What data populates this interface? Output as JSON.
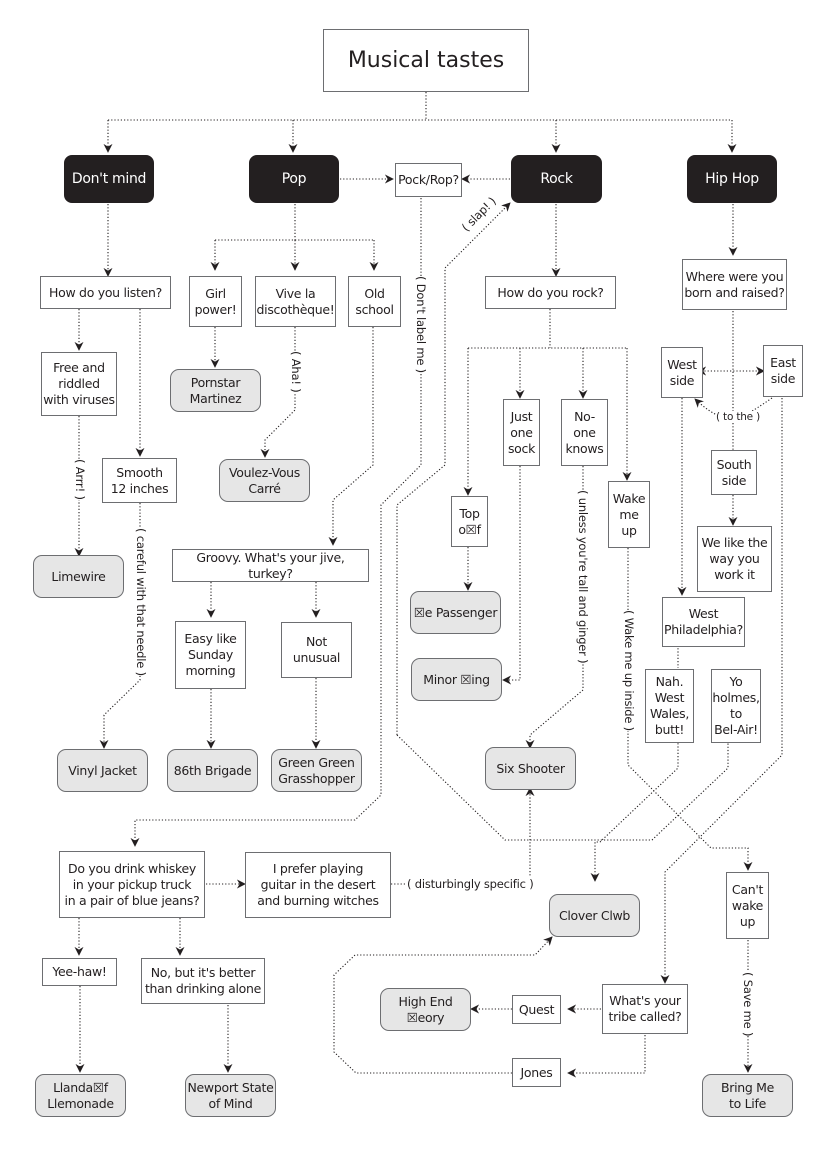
{
  "title": "Musical tastes",
  "categories": {
    "dont_mind": "Don't mind",
    "pop": "Pop",
    "rock": "Rock",
    "hiphop": "Hip Hop"
  },
  "nodes": {
    "pock_rop": "Pock/Rop?",
    "how_listen": "How do you listen?",
    "free_viruses": "Free and\nriddled\nwith viruses",
    "smooth": "Smooth\n12 inches",
    "girl_power": "Girl\npower!",
    "vive": "Vive la\ndiscothèque!",
    "old_school": "Old\nschool",
    "groovy": "Groovy. What's your jive, turkey?",
    "easy": "Easy like\nSunday\nmorning",
    "not_unusual": "Not\nunusual",
    "how_rock": "How do you rock?",
    "just_one_sock": "Just\none\nsock",
    "no_one_knows": "No-\none\nknows",
    "top_off": "Top\no☒f",
    "wake_me_up": "Wake\nme\nup",
    "where_born": "Where were you\nborn and raised?",
    "west_side": "West\nside",
    "east_side": "East\nside",
    "south_side": "South\nside",
    "we_like": "We like the\nway you\nwork it",
    "west_philly": "West\nPhiladelphia?",
    "nah_wales": "Nah.\nWest\nWales,\nbutt!",
    "yo_holmes": "Yo\nholmes,\nto\nBel-Air!",
    "whiskey": "Do you drink whiskey\nin your pickup truck\nin a pair of blue jeans?",
    "prefer_guitar": "I prefer playing\nguitar in the desert\nand burning witches",
    "yee_haw": "Yee-haw!",
    "no_better": "No, but it's better\nthan drinking alone",
    "cant_wake": "Can't\nwake\nup",
    "tribe": "What's your\ntribe called?",
    "quest": "Quest",
    "jones": "Jones"
  },
  "answers": {
    "pornstar": "Pornstar\nMartinez",
    "voulez": "Voulez-Vous\nCarré",
    "limewire": "Limewire",
    "vinyl": "Vinyl Jacket",
    "brigade": "86th Brigade",
    "grasshopper": "Green Green\nGrasshopper",
    "passenger": "☒e Passenger",
    "minor": "Minor ☒ing",
    "six_shooter": "Six Shooter",
    "clover": "Clover Clwb",
    "high_end": "High End\n☒eory",
    "llandaff": "Llanda☒f\nLlemonade",
    "newport": "Newport State\nof Mind",
    "bring_me": "Bring Me\nto Life"
  },
  "edge_labels": {
    "arrr": "( Arrr! )",
    "careful": "( careful with that needle )",
    "aha": "( Aha! )",
    "dont_label": "( Don't label me )",
    "slap": "( slap! )",
    "unless": "( unless you're tall and ginger )",
    "wake_inside": "( Wake me up inside )",
    "to_the": "( to the )",
    "disturbingly": "( disturbingly specific )",
    "save_me": "( Save me )"
  }
}
